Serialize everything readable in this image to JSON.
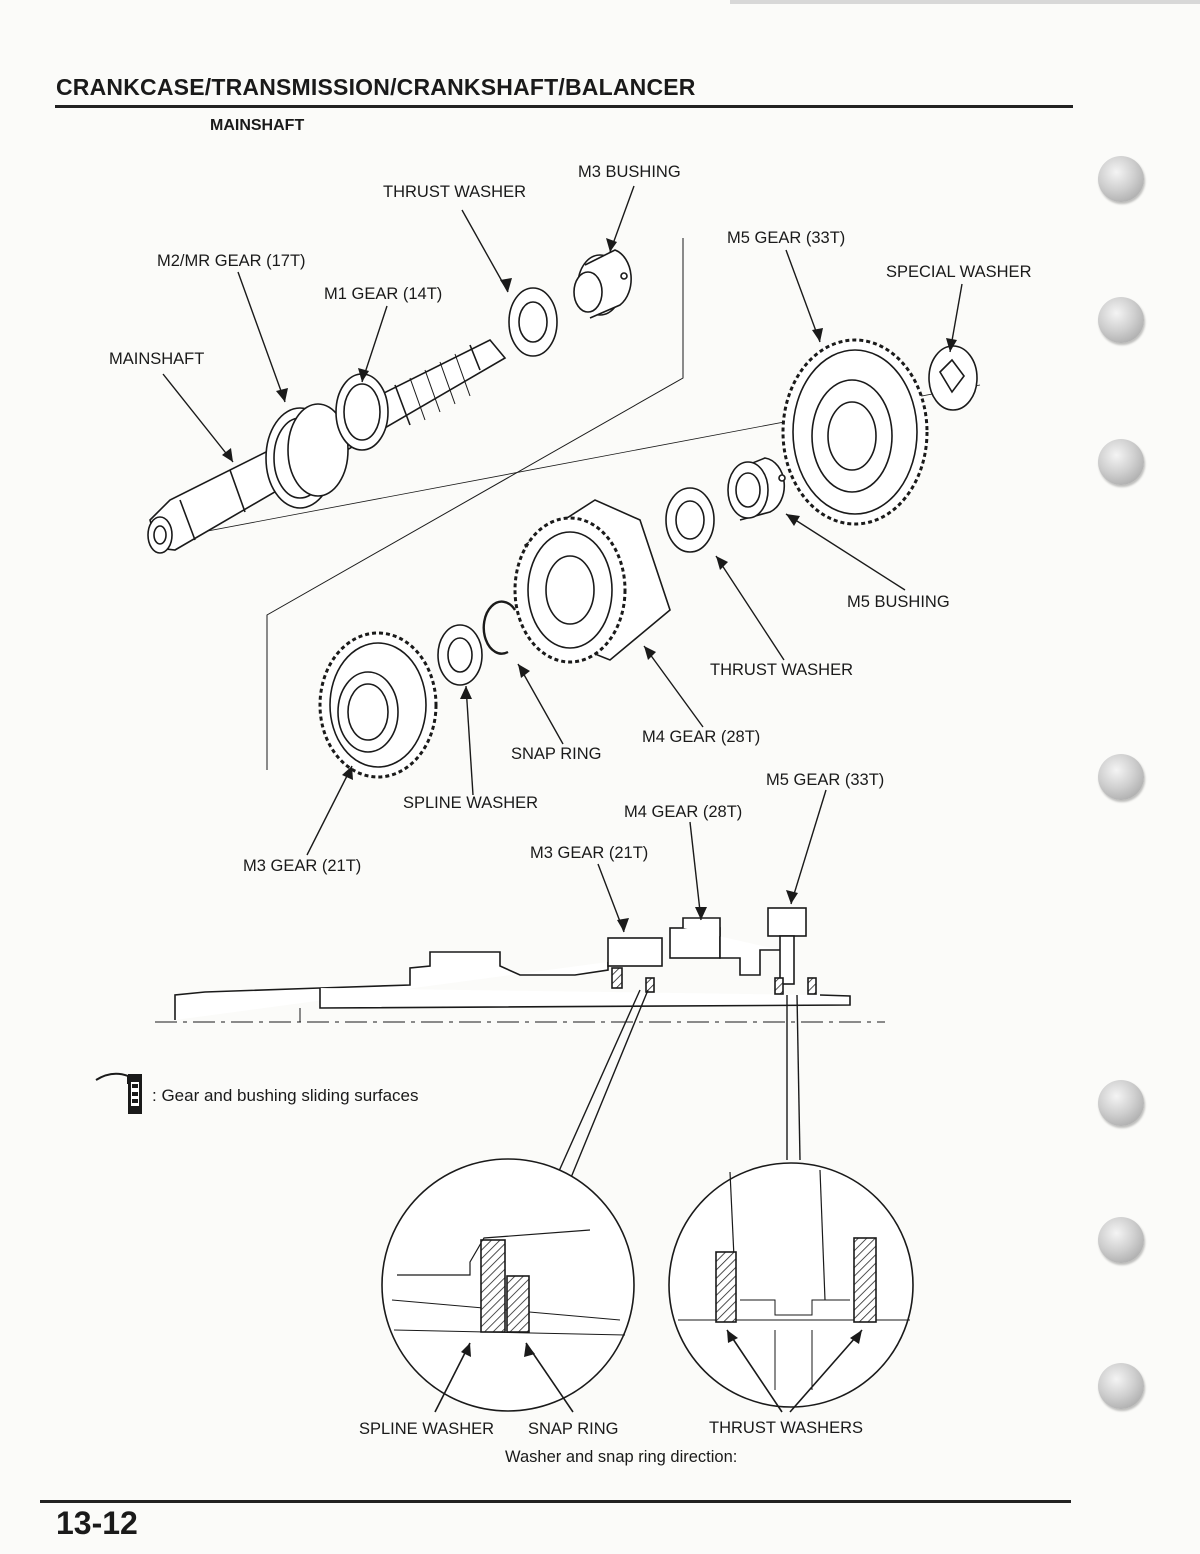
{
  "header": {
    "title": "CRANKCASE/TRANSMISSION/CRANKSHAFT/BALANCER",
    "section": "MAINSHAFT"
  },
  "labels": {
    "thrust_washer_top": "THRUST WASHER",
    "m3_bushing": "M3 BUSHING",
    "m2mr_gear": "M2/MR GEAR (17T)",
    "m1_gear": "M1 GEAR (14T)",
    "mainshaft": "MAINSHAFT",
    "m5_gear_top": "M5 GEAR (33T)",
    "special_washer": "SPECIAL WASHER",
    "m5_bushing": "M5 BUSHING",
    "thrust_washer_mid": "THRUST WASHER",
    "m4_gear_exploded": "M4 GEAR (28T)",
    "snap_ring": "SNAP RING",
    "spline_washer": "SPLINE WASHER",
    "m3_gear_exploded": "M3 GEAR (21T)",
    "m5_gear_section": "M5 GEAR (33T)",
    "m4_gear_section": "M4 GEAR (28T)",
    "m3_gear_section": "M3 GEAR (21T)",
    "detail_spline_washer": "SPLINE WASHER",
    "detail_snap_ring": "SNAP RING",
    "detail_thrust_washers": "THRUST WASHERS",
    "detail_caption": "Washer and snap ring direction:"
  },
  "legend": {
    "icon": "oil-can-icon",
    "text": ": Gear and bushing sliding surfaces"
  },
  "footer": {
    "page_number": "13-12"
  }
}
